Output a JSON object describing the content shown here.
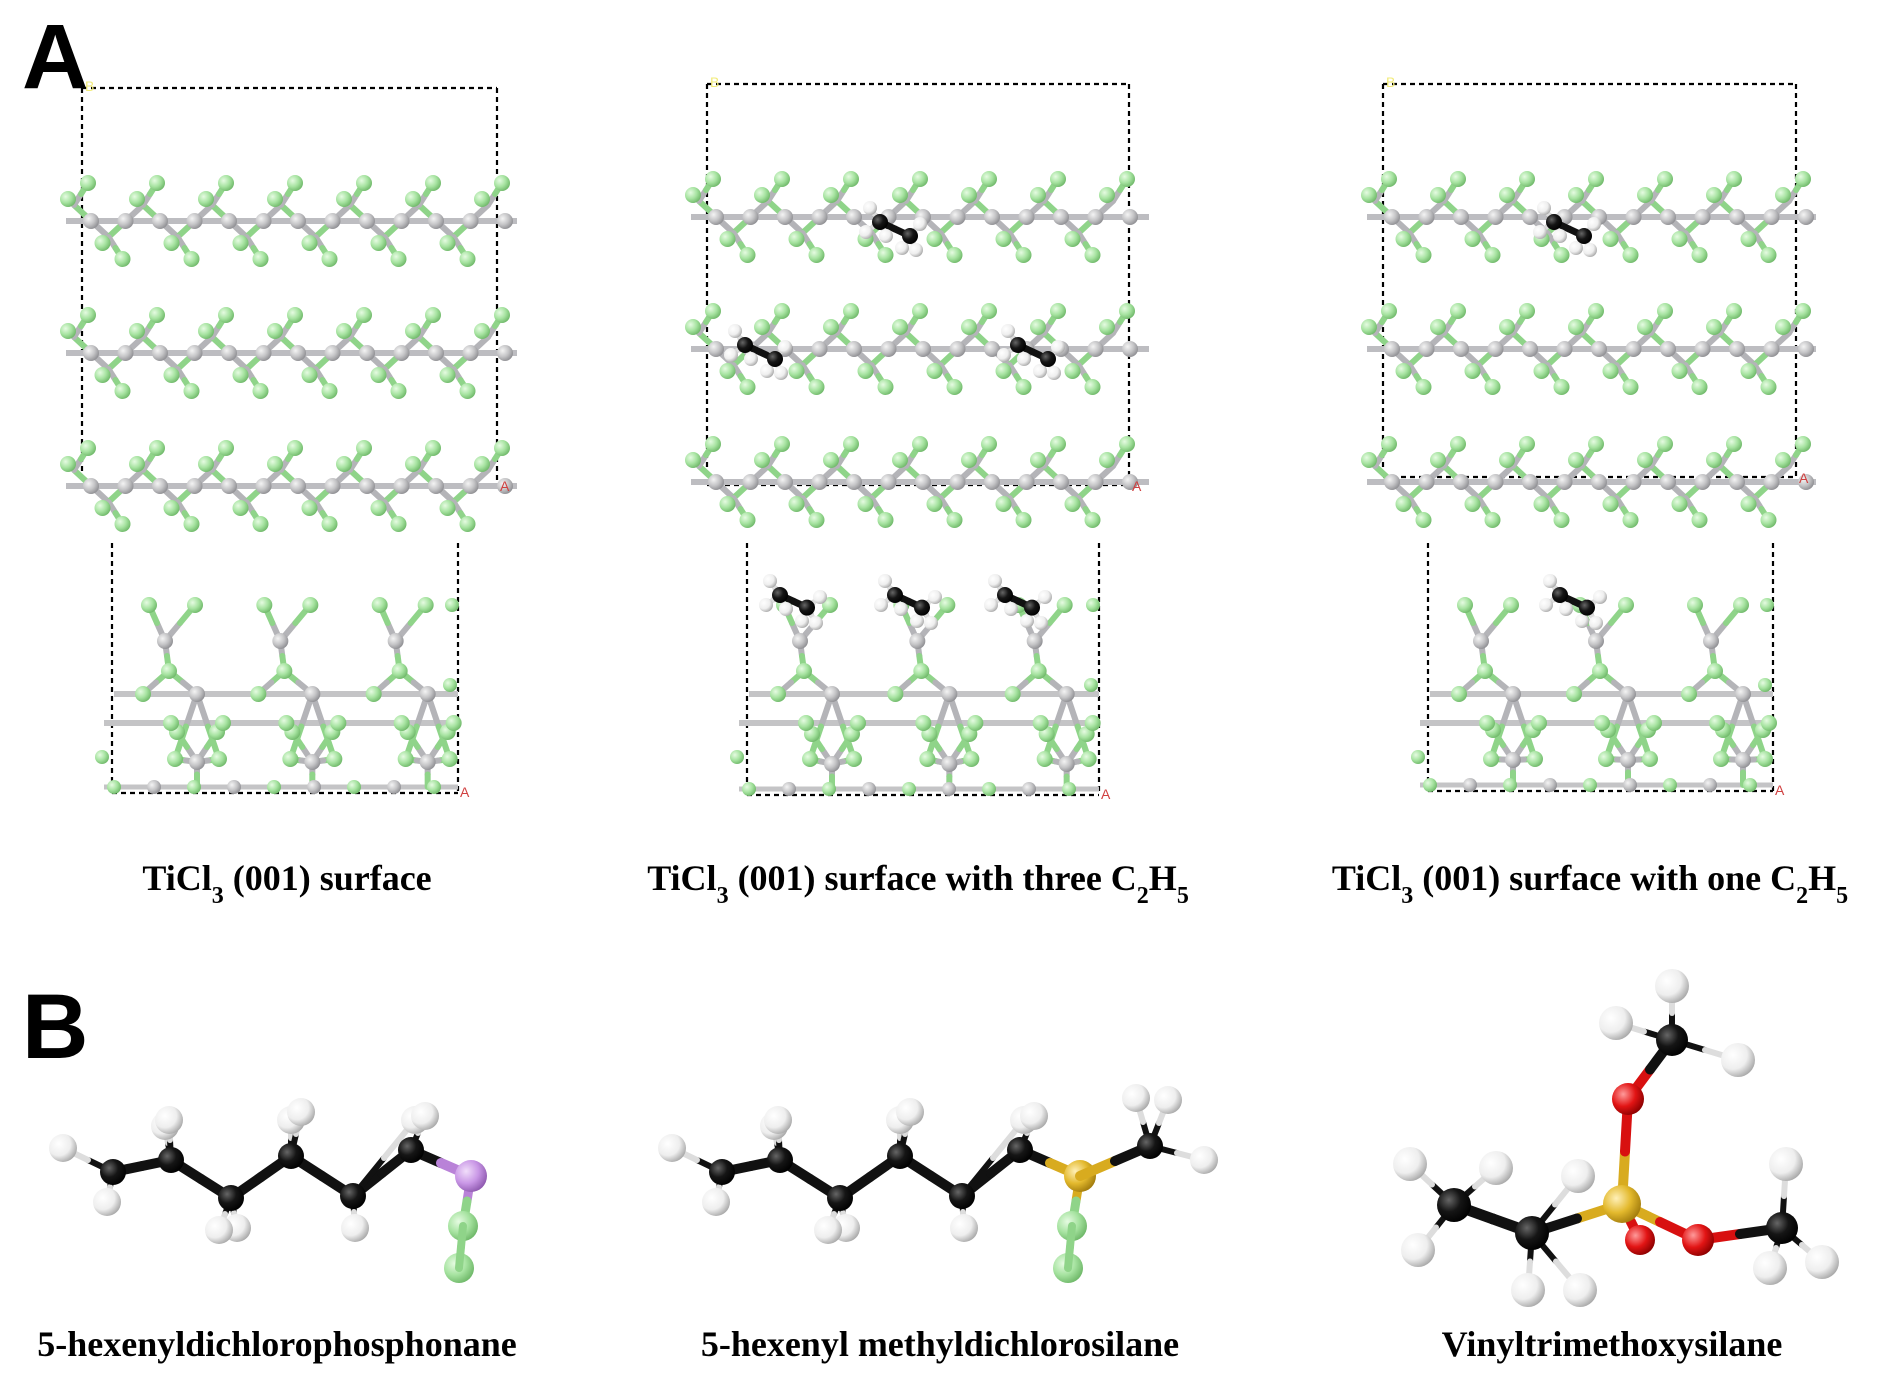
{
  "panels": {
    "A": {
      "label": "A"
    },
    "B": {
      "label": "B"
    }
  },
  "slab_captions": {
    "a1": {
      "main": "TiCl",
      "sub": "3",
      "rest": " (001) surface",
      "tail": "",
      "sub2": "",
      "tail2": ""
    },
    "a2": {
      "main": "TiCl",
      "sub": "3",
      "rest": " (001) surface with three C",
      "tail": "",
      "sub2": "2",
      "tail2": "H",
      "sub3": "5"
    },
    "a3": {
      "main": "TiCl",
      "sub": "3",
      "rest": " (001) surface with one C",
      "tail": "",
      "sub2": "2",
      "tail2": "H",
      "sub3": "5"
    }
  },
  "molecule_captions": {
    "b1": "5-hexenyldichlorophosphonane",
    "b2": "5-hexenyl methyldichlorosilane",
    "b3": "Vinyltrimethoxysilane"
  },
  "cell_axis_tags": {
    "a": "A",
    "b": "B"
  },
  "colors": {
    "chlorine": "#a6e3a0",
    "titanium": "#c4c4c6",
    "carbon": "#111111",
    "hydrogen": "#f2f2f2",
    "phosphorus": "#c997e6",
    "silicon": "#e3b92d",
    "oxygen": "#e21414",
    "cell_box": "#000000",
    "axis_tag_a": "#d04040",
    "axis_tag_b": "#f2ec7a"
  }
}
